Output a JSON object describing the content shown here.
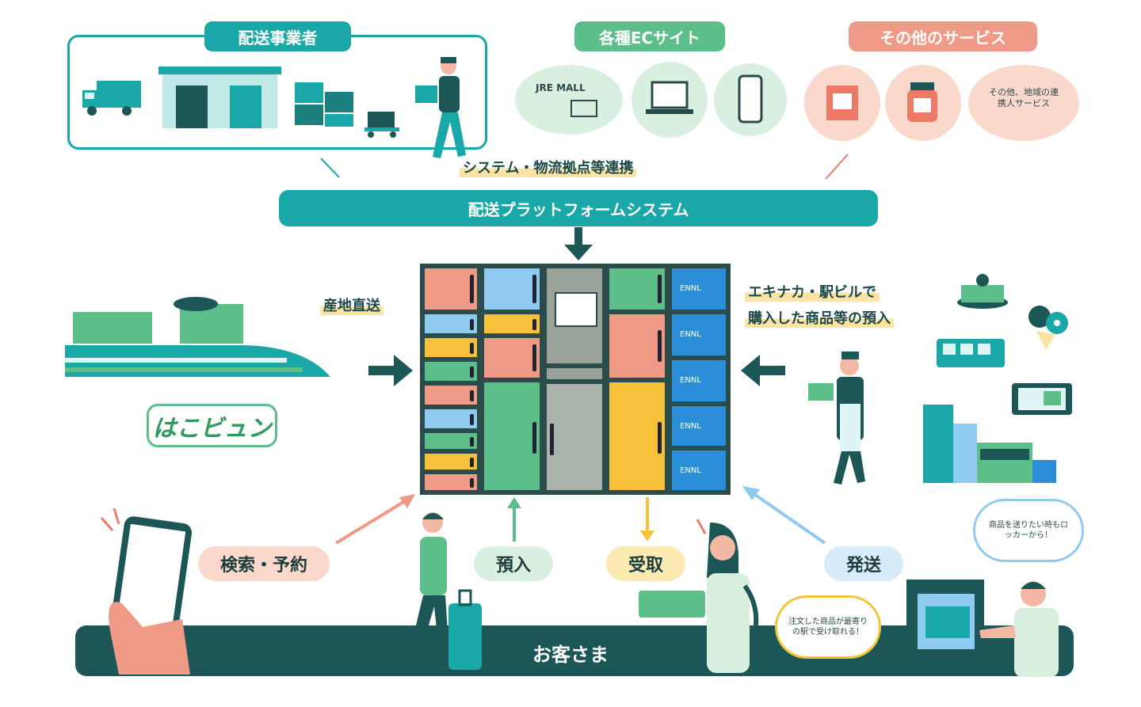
{
  "top": {
    "delivery_companies": "配送事業者",
    "ec_sites": "各種ECサイト",
    "other_services": "その他のサービス",
    "jre_mall": "JRE MALL",
    "other_services_note": "その他、地域の連携人サービス",
    "system_link": "システム・物流拠点等連携"
  },
  "platform": {
    "label": "配送プラットフォームシステム"
  },
  "left": {
    "local_delivery": "産地直送",
    "hakobyun_logo": "はこビュン"
  },
  "right": {
    "ekinaka_line1": "エキナカ・駅ビルで",
    "ekinaka_line2": "購入した商品等の預入"
  },
  "locker": {
    "blue_tag": "ENNL"
  },
  "actions": {
    "search_reserve": "検索・予約",
    "deposit": "預入",
    "receive": "受取",
    "ship": "発送"
  },
  "bubbles": {
    "receive_bubble": "注文した商品が最寄りの駅で受け取れる！",
    "ship_bubble": "商品を送りたい時もロッカーから！"
  },
  "bottom": {
    "customer": "お客さま"
  },
  "colors": {
    "teal": "#1aa7a7",
    "dark_teal": "#1d5656",
    "green": "#5cbf8a",
    "salmon": "#ee9a86",
    "blue": "#2a8fd8",
    "yellow": "#f5c23a",
    "light_blue": "#8fcaf0"
  }
}
